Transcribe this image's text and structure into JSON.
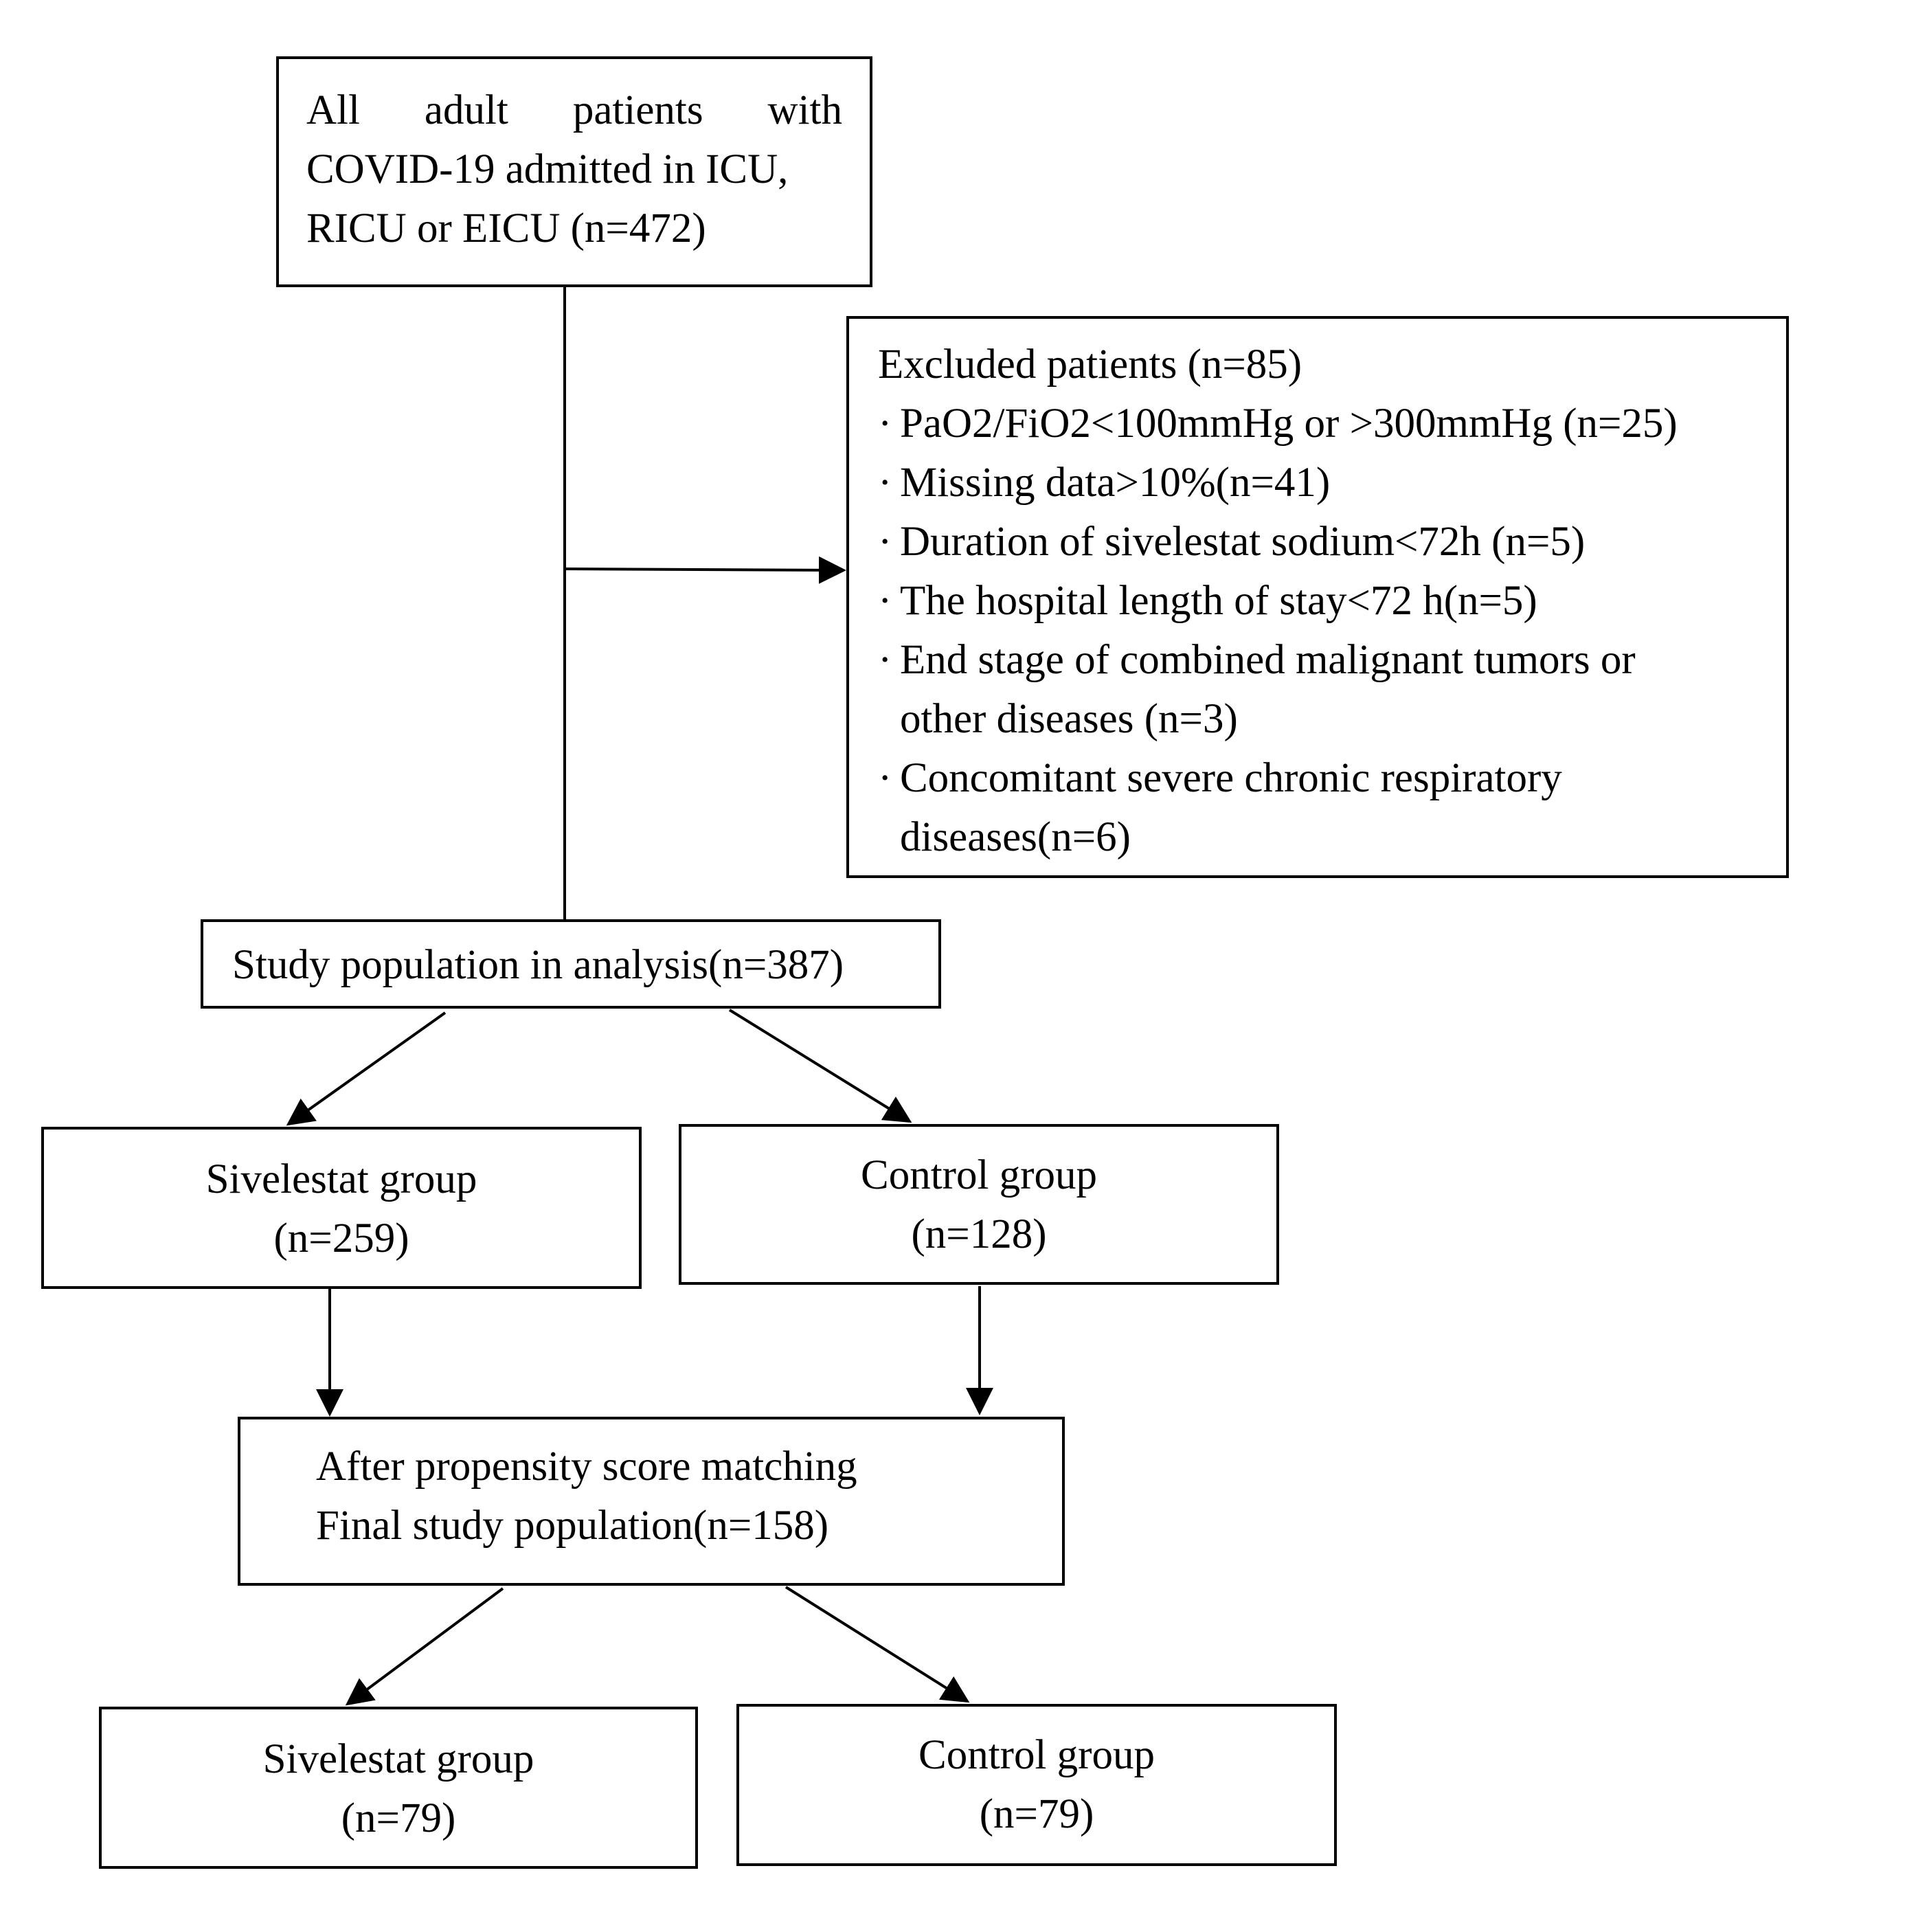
{
  "flowchart": {
    "all_patients": {
      "lines": [
        "All adult patients with",
        "COVID-19 admitted in ICU,",
        "RICU or EICU (n=472)"
      ]
    },
    "excluded": {
      "title": "Excluded patients (n=85)",
      "items": [
        "PaO2/FiO2<100mmHg or >300mmHg (n=25)",
        "Missing data>10%(n=41)",
        "Duration of sivelestat sodium<72h (n=5)",
        "The hospital length of stay<72 h(n=5)",
        "End stage of combined malignant tumors or",
        "other diseases (n=3)",
        "Concomitant severe chronic respiratory",
        "diseases(n=6)"
      ]
    },
    "study_population": {
      "label": "Study population in analysis(n=387)"
    },
    "sivelestat_group_1": {
      "name": "Sivelestat group",
      "count": "(n=259)"
    },
    "control_group_1": {
      "name": "Control group",
      "count": "(n=128)"
    },
    "psm": {
      "line1": "After propensity score matching",
      "line2": "Final study population(n=158)"
    },
    "sivelestat_group_2": {
      "name": "Sivelestat group",
      "count": "(n=79)"
    },
    "control_group_2": {
      "name": "Control group",
      "count": "(n=79)"
    },
    "bullet_symbol": "·"
  }
}
